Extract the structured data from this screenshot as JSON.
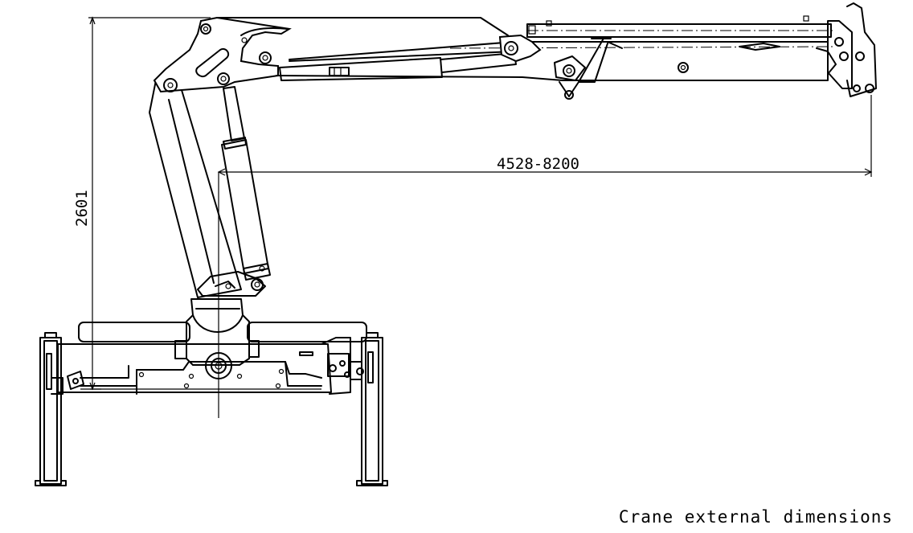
{
  "dimensions": {
    "height": "2601",
    "reach": "4528-8200"
  },
  "caption": "Crane external dimensions",
  "colors": {
    "line": "#000000",
    "background": "#ffffff"
  }
}
